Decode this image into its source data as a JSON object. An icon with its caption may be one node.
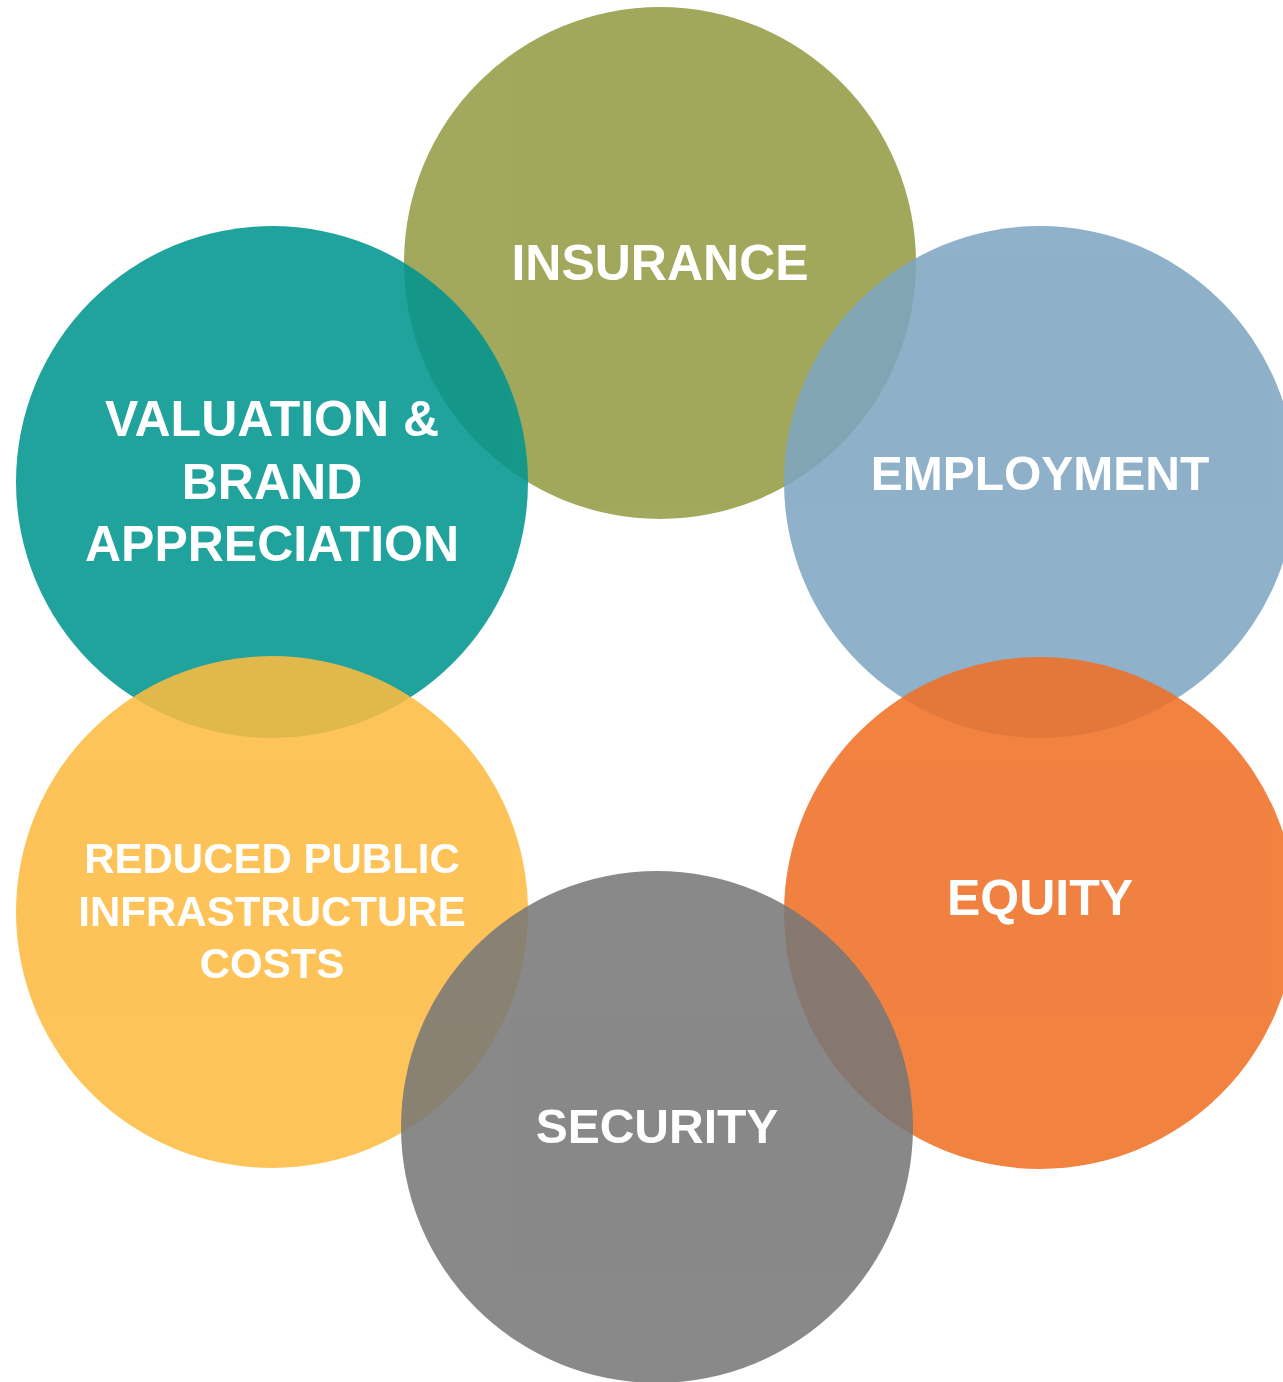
{
  "diagram": {
    "nodes": [
      {
        "text": [
          "INSURANCE"
        ]
      },
      {
        "text": [
          "VALUATION & BRAND APPRECIATION"
        ]
      },
      {
        "text": [
          "EMPLOYMENT"
        ]
      },
      {
        "text": [
          "REDUCED PUBLIC INFRASTRUCTURE COSTS"
        ]
      },
      {
        "text": [
          "EQUITY"
        ]
      },
      {
        "text": [
          "SECURITY"
        ]
      }
    ]
  }
}
